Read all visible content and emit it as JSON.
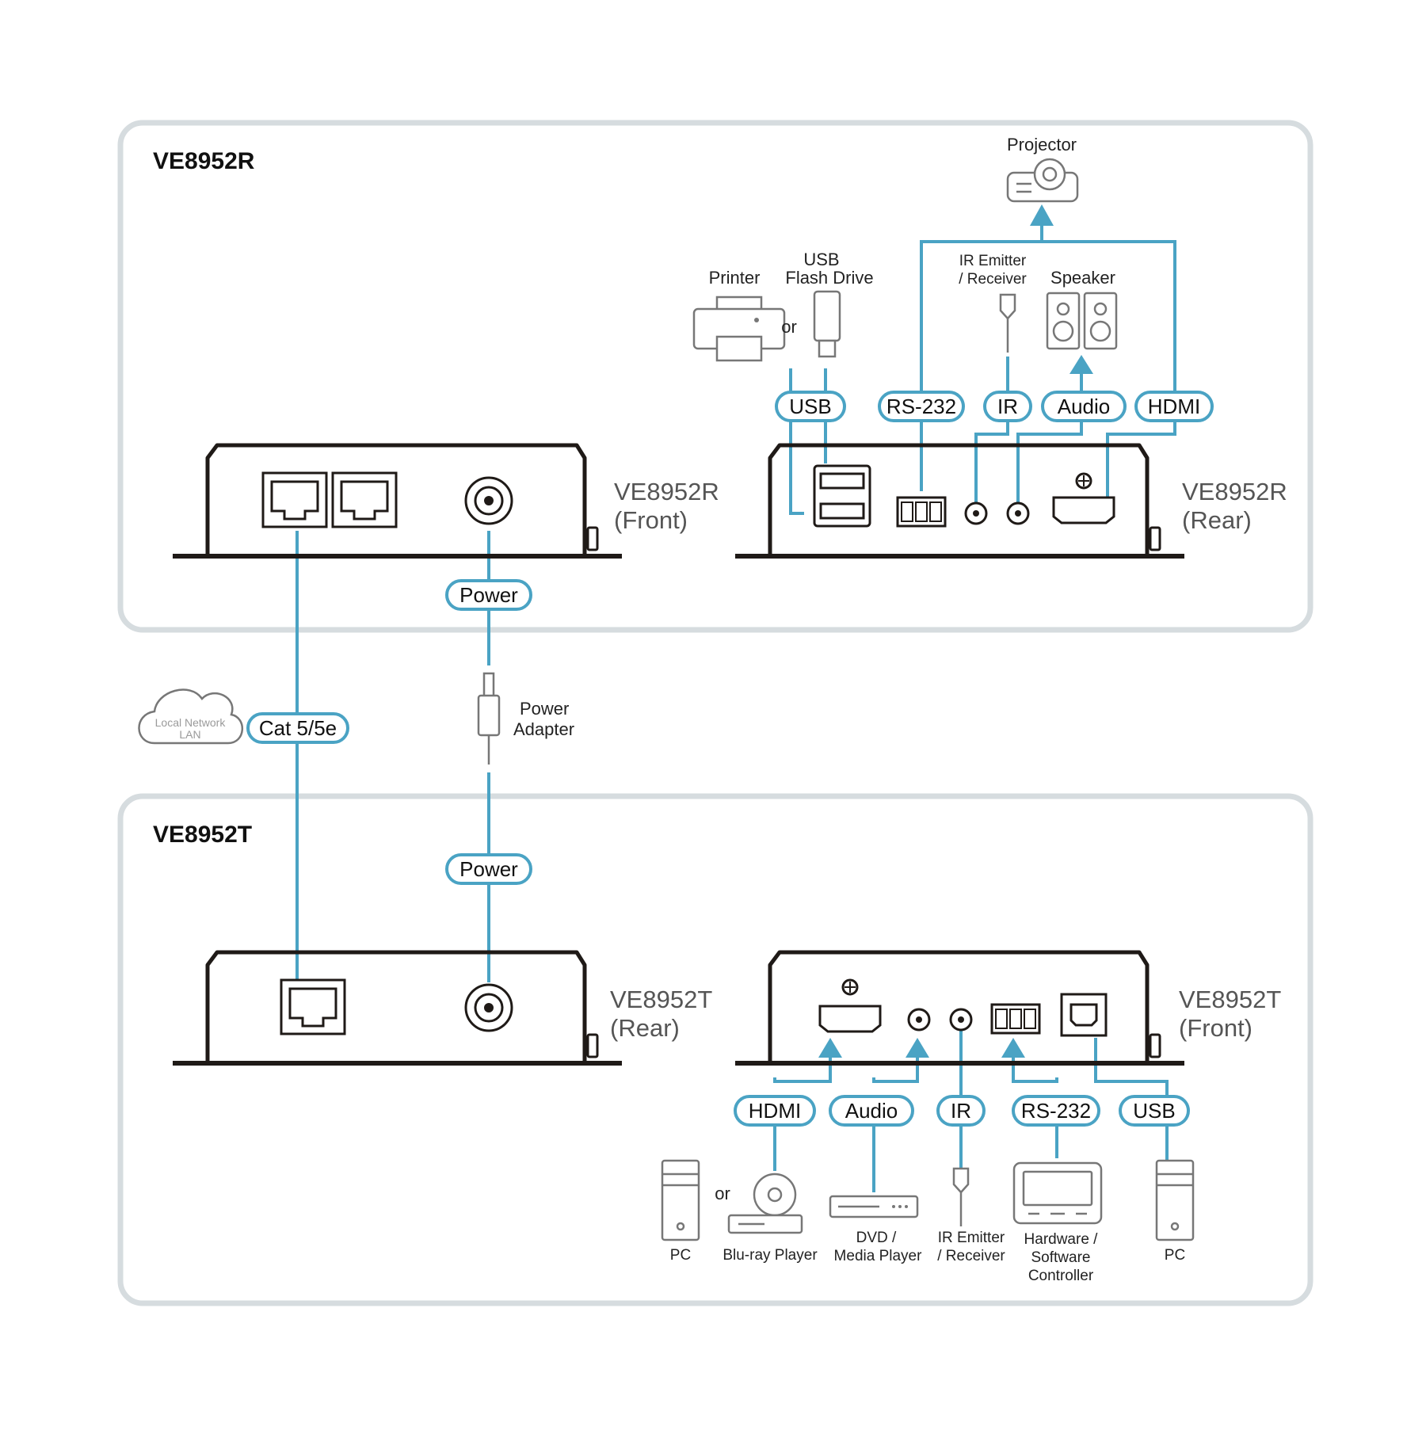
{
  "receiver_group": {
    "title": "VE8952R",
    "front_label": [
      "VE8952R",
      "(Front)"
    ],
    "rear_label": [
      "VE8952R",
      "(Rear)"
    ]
  },
  "transmitter_group": {
    "title": "VE8952T",
    "rear_label": [
      "VE8952T",
      "(Rear)"
    ],
    "front_label": [
      "VE8952T",
      "(Front)"
    ]
  },
  "receiver_ports": [
    "USB",
    "RS-232",
    "IR",
    "Audio",
    "HDMI"
  ],
  "receiver_power": "Power",
  "receiver_devices": {
    "printer": "Printer",
    "or": "or",
    "usb_flash": [
      "USB",
      "Flash Drive"
    ],
    "ir": [
      "IR Emitter",
      "/ Receiver"
    ],
    "speaker": "Speaker",
    "projector": "Projector"
  },
  "link": {
    "cable": "Cat 5/5e",
    "cloud": [
      "Local Network",
      "LAN"
    ],
    "adapter": [
      "Power",
      "Adapter"
    ]
  },
  "transmitter_power": "Power",
  "transmitter_ports": [
    "HDMI",
    "Audio",
    "IR",
    "RS-232",
    "USB"
  ],
  "transmitter_devices": {
    "pc1": "PC",
    "or": "or",
    "bluray": "Blu-ray Player",
    "dvd": [
      "DVD /",
      "Media Player"
    ],
    "ir": [
      "IR Emitter",
      "/ Receiver"
    ],
    "controller": [
      "Hardware /",
      "Software",
      "Controller"
    ],
    "pc2": "PC"
  },
  "colors": {
    "cable": "#4aa3c4",
    "frame": "#d6dcdf",
    "device": "#1f1a17"
  }
}
